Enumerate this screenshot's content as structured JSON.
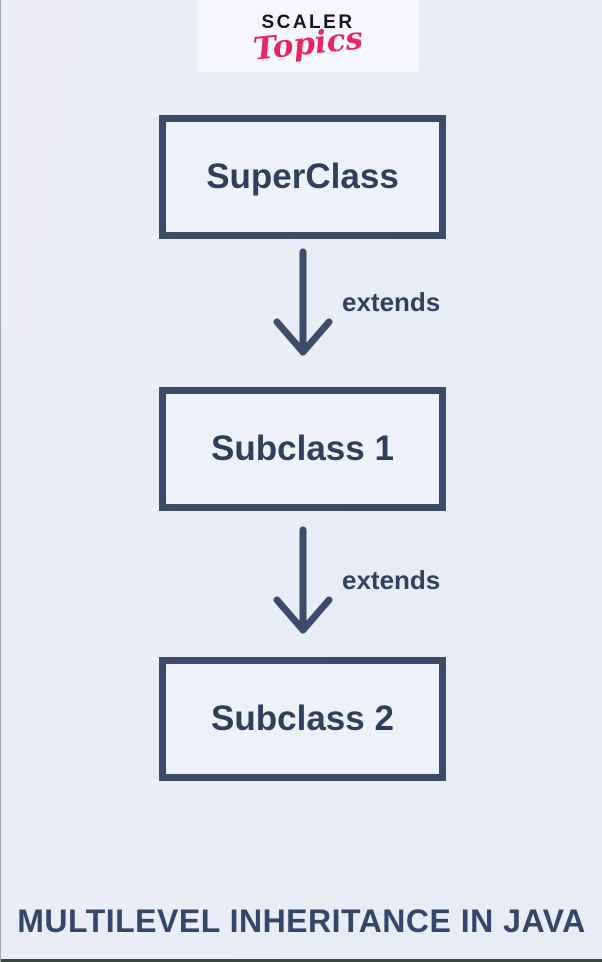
{
  "logo": {
    "brand": "SCALER",
    "sub": "Topics"
  },
  "diagram": {
    "type": "flowchart",
    "direction": "top-down",
    "nodes": [
      {
        "id": "superclass",
        "label": "SuperClass"
      },
      {
        "id": "subclass1",
        "label": "Subclass 1"
      },
      {
        "id": "subclass2",
        "label": "Subclass 2"
      }
    ],
    "edges": [
      {
        "from": "superclass",
        "to": "subclass1",
        "label": "extends"
      },
      {
        "from": "subclass1",
        "to": "subclass2",
        "label": "extends"
      }
    ]
  },
  "caption": "MULTILEVEL INHERITANCE IN JAVA",
  "colors": {
    "background": "#e9edf5",
    "node_border": "#3c4b6a",
    "node_fill": "#eef1f8",
    "node_text": "#2f405f",
    "arrow": "#3d4c6b",
    "caption_text": "#35466b",
    "logo_brand": "#15151f",
    "logo_sub_pink": "#e8265f",
    "bottom_strip": "#39453f"
  }
}
